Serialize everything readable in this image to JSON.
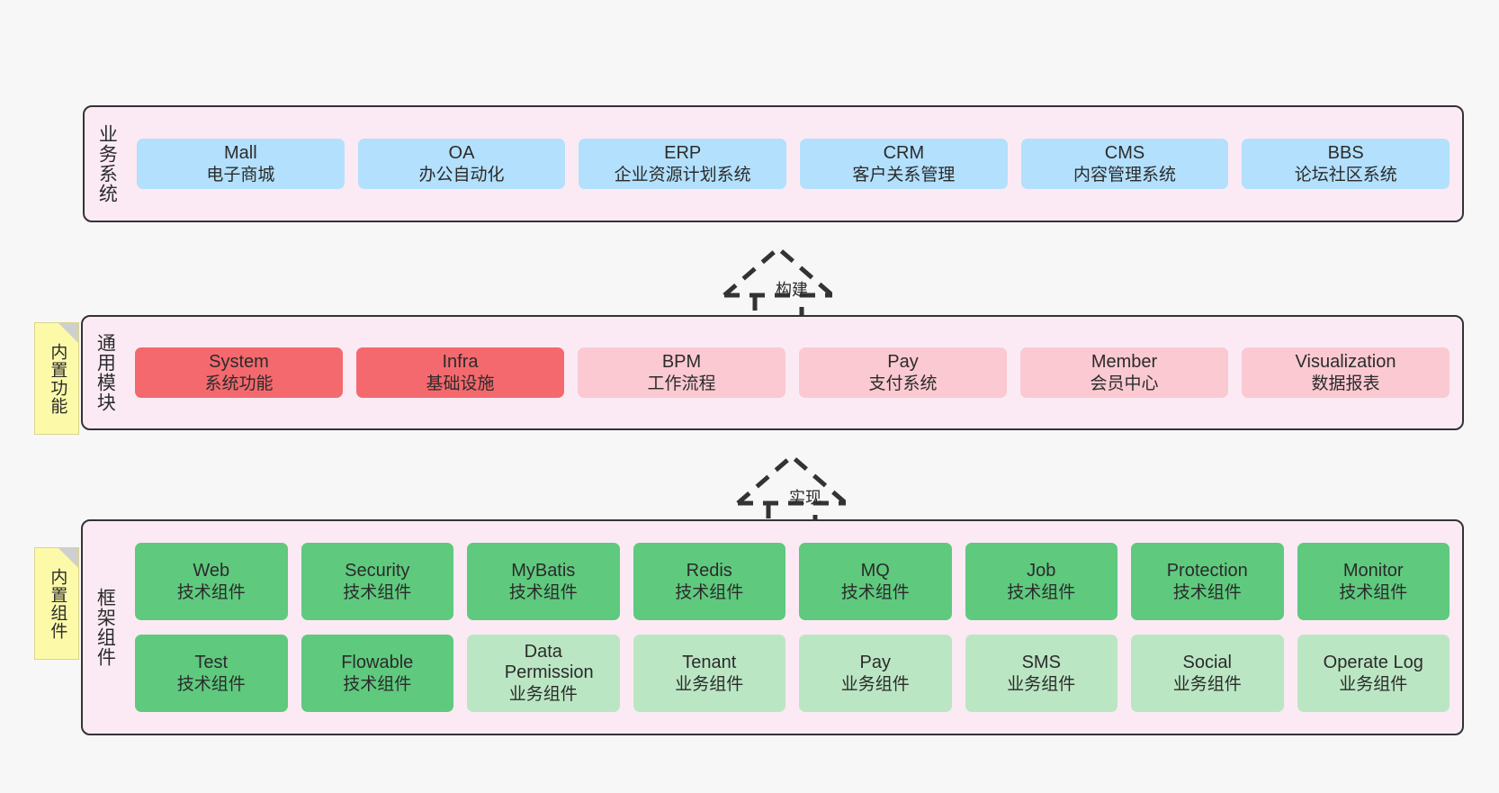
{
  "diagram": {
    "title_present": false,
    "colors": {
      "canvas_bg": "#f7f7f7",
      "layer_bg": "#fbeaf4",
      "layer_border": "#333333",
      "business_box": "#b3e0fc",
      "module_core": "#f4696e",
      "module_other": "#fbc9d2",
      "tech_component": "#5fc97e",
      "business_component": "#bbe6c3",
      "note_bg": "#fcfaa8",
      "note_fold": "#cfcfcf"
    },
    "layers": [
      {
        "id": "business",
        "label": "业务系统",
        "note": null,
        "rows": [
          {
            "items": [
              {
                "en": "Mall",
                "cn": "电子商城",
                "style": "c-blue"
              },
              {
                "en": "OA",
                "cn": "办公自动化",
                "style": "c-blue"
              },
              {
                "en": "ERP",
                "cn": "企业资源计划系统",
                "style": "c-blue"
              },
              {
                "en": "CRM",
                "cn": "客户关系管理",
                "style": "c-blue"
              },
              {
                "en": "CMS",
                "cn": "内容管理系统",
                "style": "c-blue"
              },
              {
                "en": "BBS",
                "cn": "论坛社区系统",
                "style": "c-blue"
              }
            ]
          }
        ]
      },
      {
        "id": "module",
        "label": "通用模块",
        "note": "内置功能",
        "rows": [
          {
            "items": [
              {
                "en": "System",
                "cn": "系统功能",
                "style": "c-red"
              },
              {
                "en": "Infra",
                "cn": "基础设施",
                "style": "c-red"
              },
              {
                "en": "BPM",
                "cn": "工作流程",
                "style": "c-pink"
              },
              {
                "en": "Pay",
                "cn": "支付系统",
                "style": "c-pink"
              },
              {
                "en": "Member",
                "cn": "会员中心",
                "style": "c-pink"
              },
              {
                "en": "Visualization",
                "cn": "数据报表",
                "style": "c-pink"
              }
            ]
          }
        ]
      },
      {
        "id": "framework",
        "label": "框架组件",
        "note": "内置组件",
        "rows": [
          {
            "items": [
              {
                "en": "Web",
                "cn": "技术组件",
                "style": "c-green"
              },
              {
                "en": "Security",
                "cn": "技术组件",
                "style": "c-green"
              },
              {
                "en": "MyBatis",
                "cn": "技术组件",
                "style": "c-green"
              },
              {
                "en": "Redis",
                "cn": "技术组件",
                "style": "c-green"
              },
              {
                "en": "MQ",
                "cn": "技术组件",
                "style": "c-green"
              },
              {
                "en": "Job",
                "cn": "技术组件",
                "style": "c-green"
              },
              {
                "en": "Protection",
                "cn": "技术组件",
                "style": "c-green"
              },
              {
                "en": "Monitor",
                "cn": "技术组件",
                "style": "c-green"
              }
            ]
          },
          {
            "items": [
              {
                "en": "Test",
                "cn": "技术组件",
                "style": "c-green"
              },
              {
                "en": "Flowable",
                "cn": "技术组件",
                "style": "c-green"
              },
              {
                "en": "Data Permission",
                "cn": "业务组件",
                "style": "c-lgreen"
              },
              {
                "en": "Tenant",
                "cn": "业务组件",
                "style": "c-lgreen"
              },
              {
                "en": "Pay",
                "cn": "业务组件",
                "style": "c-lgreen"
              },
              {
                "en": "SMS",
                "cn": "业务组件",
                "style": "c-lgreen"
              },
              {
                "en": "Social",
                "cn": "业务组件",
                "style": "c-lgreen"
              },
              {
                "en": "Operate Log",
                "cn": "业务组件",
                "style": "c-lgreen"
              }
            ]
          }
        ]
      }
    ],
    "connectors": [
      {
        "id": "build",
        "label": "构建",
        "from": "module",
        "to": "business"
      },
      {
        "id": "implement",
        "label": "实现",
        "from": "framework",
        "to": "module"
      }
    ]
  }
}
